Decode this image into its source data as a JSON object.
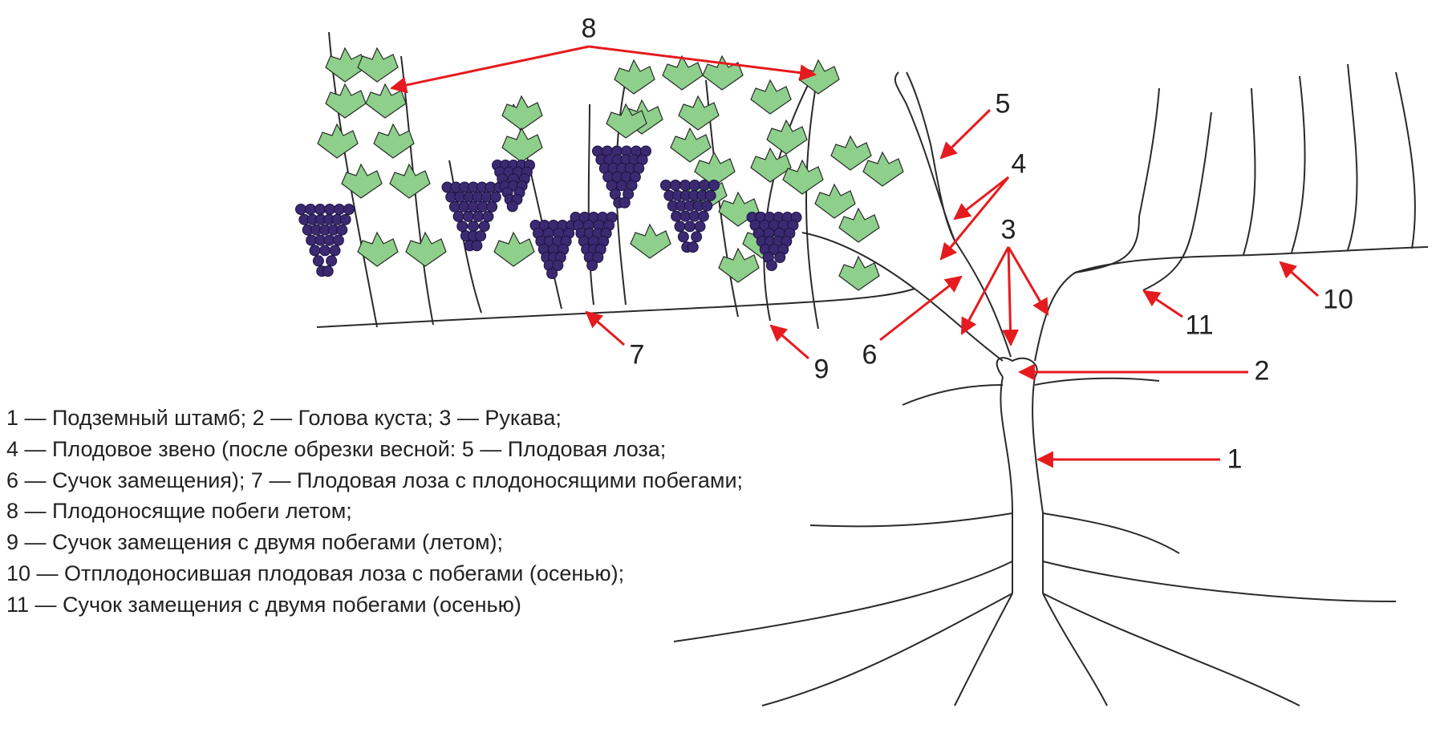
{
  "labels": {
    "1": "1",
    "2": "2",
    "3": "3",
    "4": "4",
    "5": "5",
    "6": "6",
    "7": "7",
    "8": "8",
    "9": "9",
    "10": "10",
    "11": "11"
  },
  "legend": [
    "1 — Подземный штамб; 2 — Голова куста; 3 — Рукава;",
    "4 — Плодовое звено (после обрезки весной: 5 — Плодовая лоза;",
    "6 — Сучок замещения); 7 — Плодовая лоза с плодоносящими побегами;",
    "8 — Плодоносящие побеги летом;",
    "9 — Сучок замещения с двумя побегами (летом);",
    "10 — Отплодоносившая плодовая лоза с побегами (осенью);",
    "11 — Сучок замещения с двумя побегами (осенью)"
  ],
  "colors": {
    "arrow": "#e51b1f",
    "leaf": "#8ed08b",
    "grape": "#3b2a72",
    "line": "#2a2a2a"
  }
}
